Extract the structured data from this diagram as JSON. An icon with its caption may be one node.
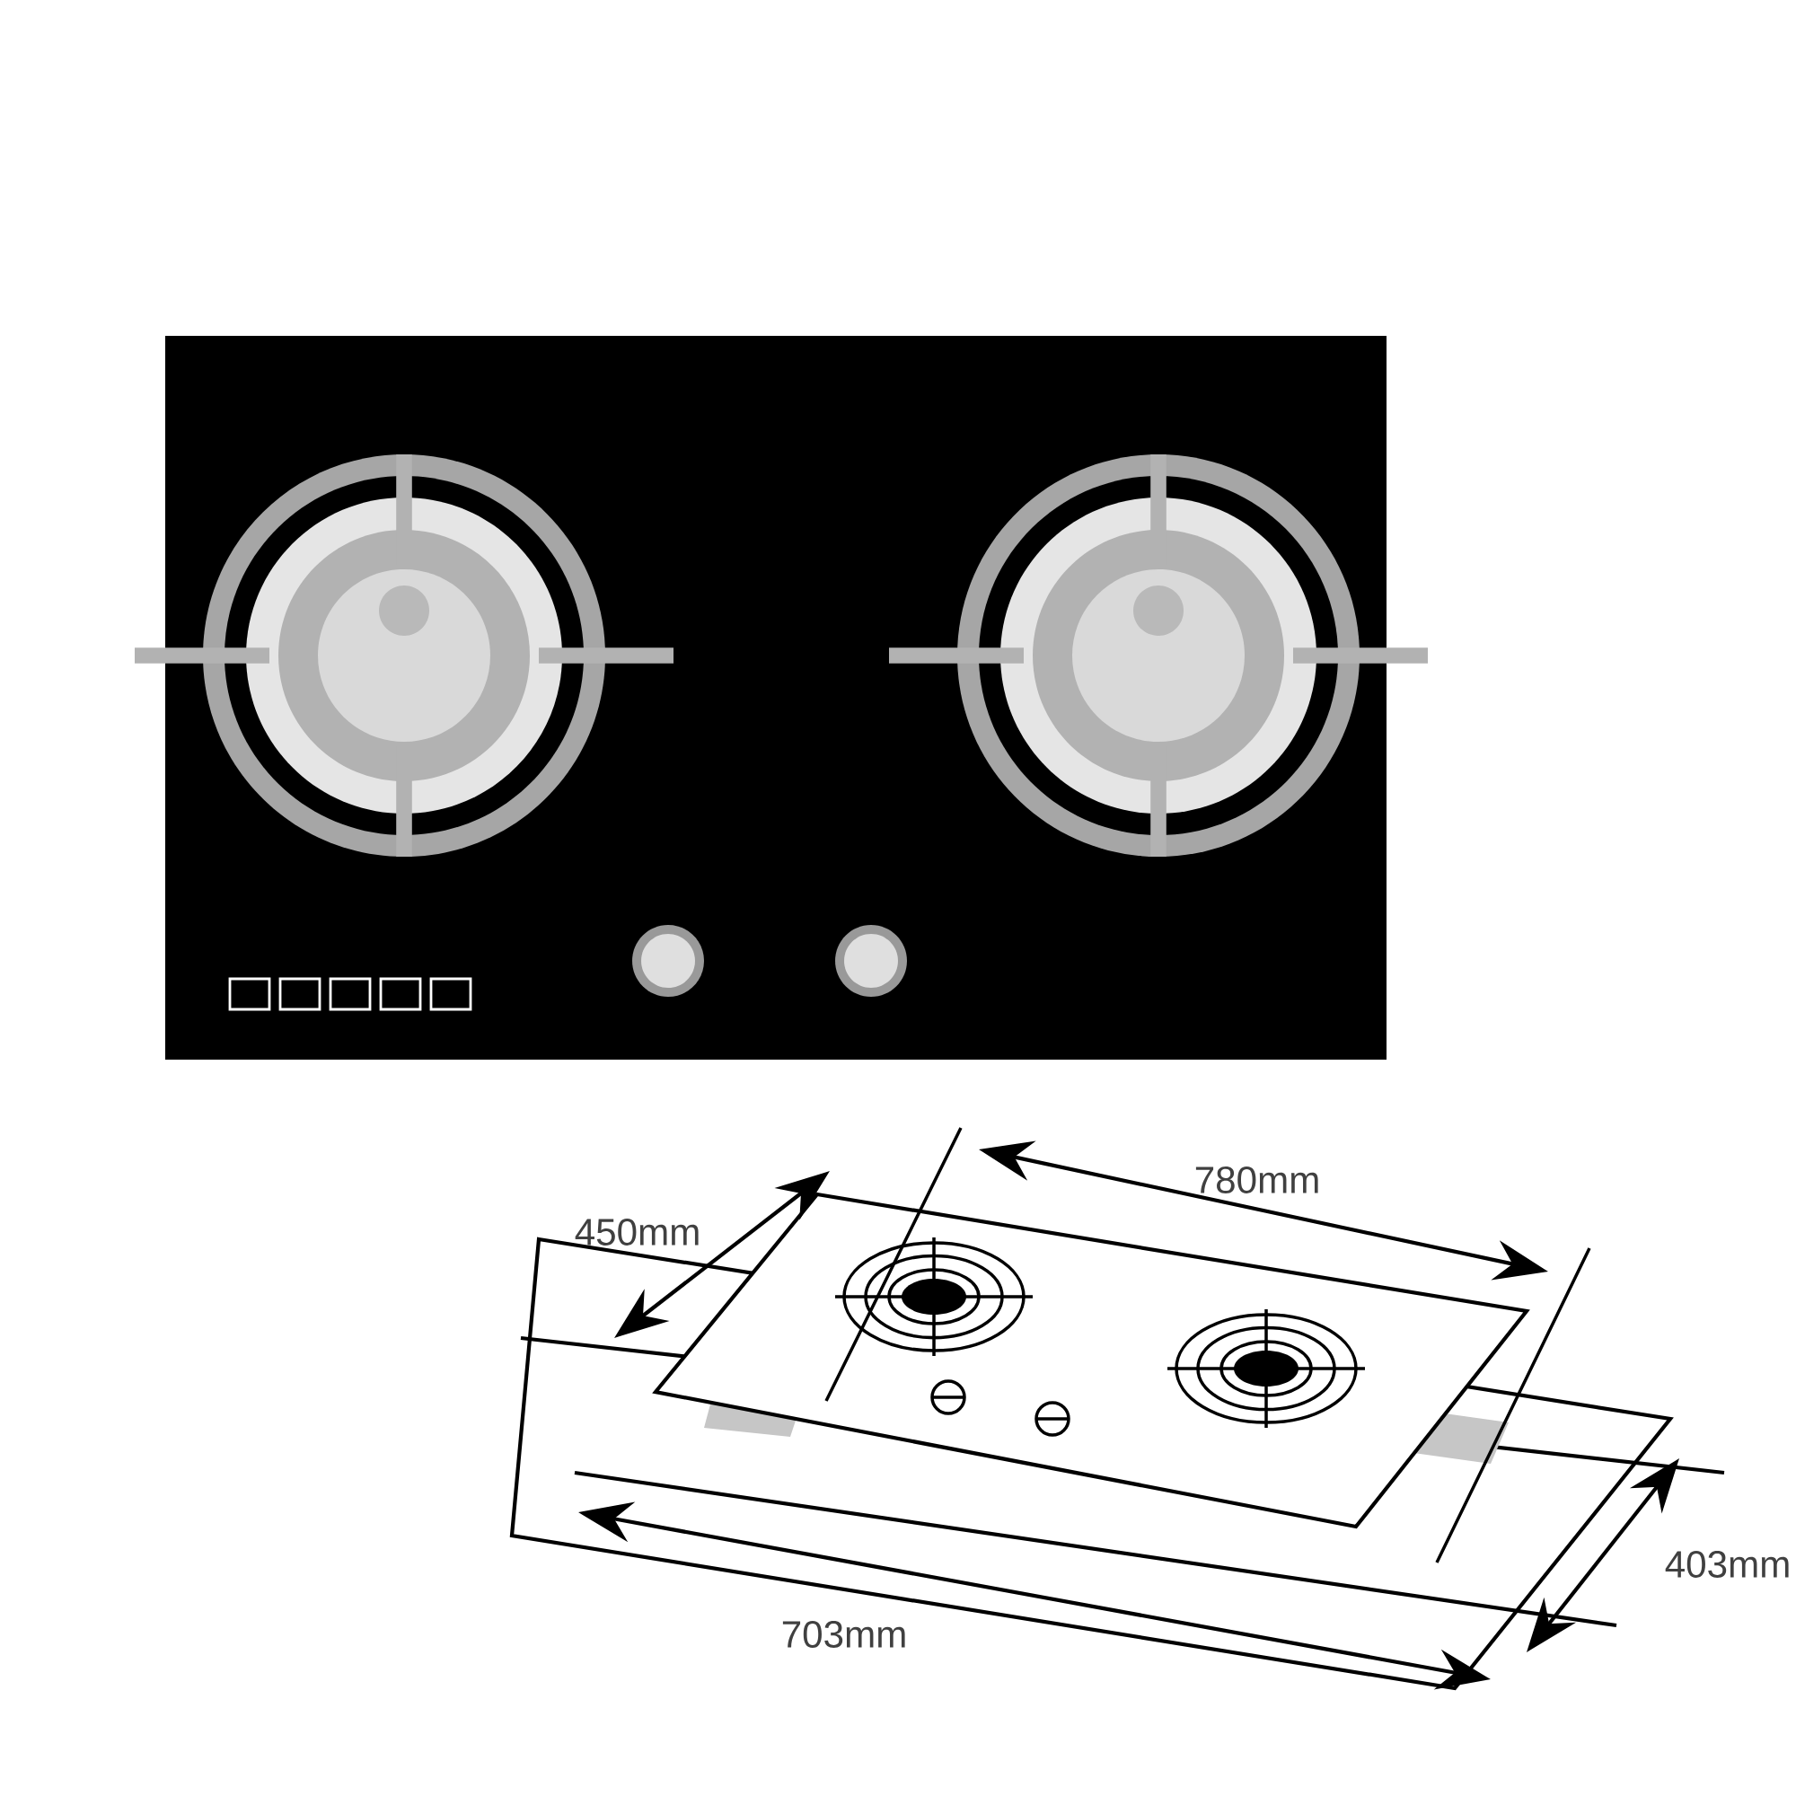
{
  "diagram": {
    "labels": [
      "780mm",
      "450mm",
      "403mm",
      "703mm"
    ]
  }
}
